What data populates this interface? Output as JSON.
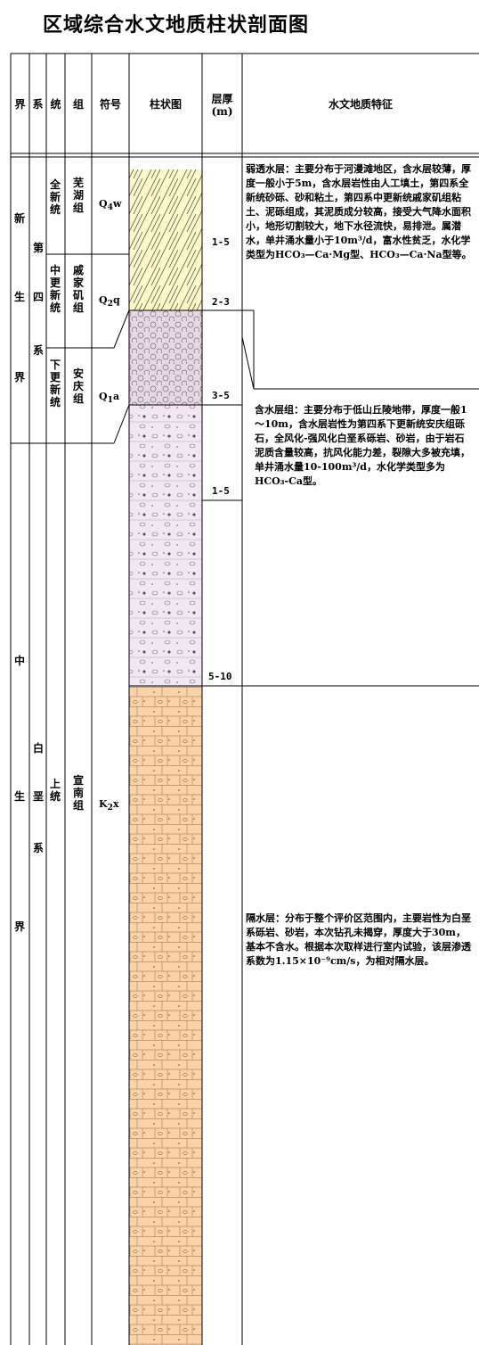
{
  "title": "区域综合水文地质柱状剖面图",
  "headers": {
    "jie": "界",
    "xi": "系",
    "tong": "统",
    "zu": "组",
    "fuhao": "符号",
    "zhuzhuangtu": "柱状图",
    "cenghou": "层厚",
    "cenghou_unit": "(m)",
    "tezheng": "水文地质特征"
  },
  "era_cenozoic": {
    "c1": "新",
    "c2": "生",
    "c3": "界"
  },
  "era_mesozoic": {
    "c1": "中",
    "c2": "生",
    "c3": "界"
  },
  "system_quaternary": {
    "c1": "第",
    "c2": "四",
    "c3": "系"
  },
  "system_cretaceous": {
    "c1": "白",
    "c2": "垩",
    "c3": "系"
  },
  "layers": [
    {
      "series": "全新统",
      "formation": "芜湖组",
      "symbol_main": "Q",
      "symbol_sub": "4",
      "symbol_end": "w",
      "thickness": "1-5"
    },
    {
      "series": "中更新统",
      "formation": "戚家矶组",
      "symbol_main": "Q",
      "symbol_sub": "2",
      "symbol_end": "q",
      "thickness": "2-3"
    },
    {
      "series": "下更新统",
      "formation": "安庆组",
      "symbol_main": "Q",
      "symbol_sub": "1",
      "symbol_end": "a",
      "thickness": "3-5"
    },
    {
      "series": "上统",
      "formation": "宣南组",
      "symbol_main": "K",
      "symbol_sub": "2",
      "symbol_end": "x",
      "thickness_a": "1-5",
      "thickness_b": "5-10"
    }
  ],
  "descriptions": {
    "weak_aquifer": "弱透水层：主要分布于河漫滩地区，含水层较薄，厚度一般小于5m，含水层岩性由人工填土，第四系全新统砂砾、砂和粘土，第四系中更新统戚家矶组粘土、泥砾组成，其泥质成分较高，接受大气降水面积小，地形切割较大，地下水径流快，易排泄。属潜水，单井涌水量小于10m³/d，富水性贫乏，水化学类型为HCO₃—Ca·Mg型、HCO₃—Ca·Na型等。",
    "aquifer_group": "含水层组：主要分布于低山丘陵地带，厚度一般1～10m，含水层岩性为第四系下更新统安庆组砾石，全风化-强风化白垩系砾岩、砂岩，由于岩石泥质含量较高，抗风化能力差，裂隙大多被充填，单井涌水量10-100m³/d，水化学类型多为HCO₃-Ca型。",
    "aquitard": "隔水层：分布于整个评价区范围内，主要岩性为白垩系砾岩、砂岩，本次钻孔未揭穿，厚度大于30m，基本不含水。根据本次取样进行室内试验，该层渗透系数为1.15×10⁻⁹cm/s，为相对隔水层。"
  },
  "colors": {
    "hatch_fill": "#fbf7c8",
    "pebble_fill": "#e7d8e6",
    "lilac_fill": "#f3e6f4",
    "orange_fill": "#fcd3a8",
    "line": "#000000"
  }
}
